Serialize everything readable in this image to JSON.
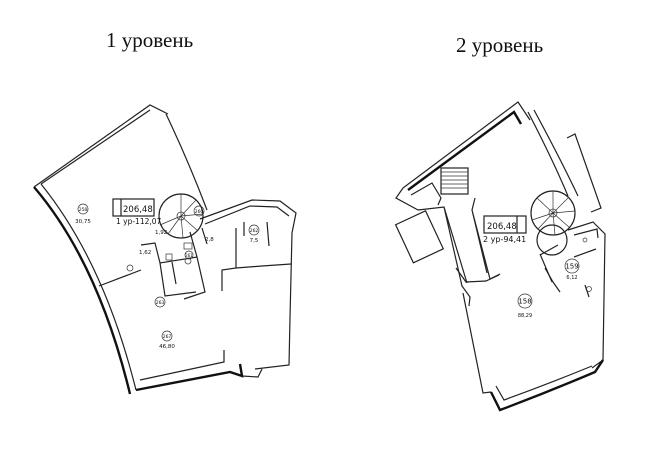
{
  "titles": {
    "level1": "1 уровень",
    "level2": "2 уровень"
  },
  "level1": {
    "area_box": {
      "total": "206,48",
      "level_label": "1 ур-112,07"
    },
    "rooms": [
      {
        "id": "258",
        "area": "30,75"
      },
      {
        "id": "260",
        "area": ""
      },
      {
        "id": "261",
        "area": ""
      },
      {
        "id": "262",
        "area": "7,5"
      },
      {
        "id": "263",
        "area": ""
      },
      {
        "id": "267",
        "area": "46,80"
      }
    ],
    "small_labels": [
      "1,92",
      "1,62",
      "2,8"
    ]
  },
  "level2": {
    "area_box": {
      "total": "206,48",
      "level_label": "2 ур-94,41"
    },
    "rooms": [
      {
        "id": "158",
        "area": "88,29"
      },
      {
        "id": "159",
        "area": "6,12"
      }
    ]
  },
  "colors": {
    "lines": "#222222",
    "background": "#ffffff"
  }
}
